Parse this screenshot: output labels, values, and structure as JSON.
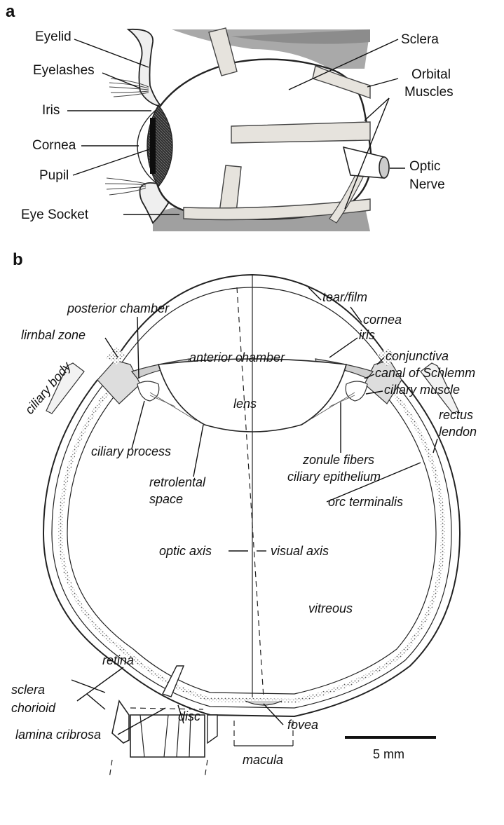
{
  "panel_a": {
    "letter": "a",
    "labels": {
      "eyelid": "Eyelid",
      "eyelashes": "Eyelashes",
      "iris": "Iris",
      "cornea": "Cornea",
      "pupil": "Pupil",
      "eye_socket": "Eye Socket",
      "sclera": "Sclera",
      "orbital_1": "Orbital",
      "orbital_2": "Muscles",
      "optic_1": "Optic",
      "optic_2": "Nerve"
    }
  },
  "panel_b": {
    "letter": "b",
    "labels": {
      "tear_film": "tear/film",
      "cornea": "cornea",
      "iris": "iris",
      "posterior_chamber": "posterior chamber",
      "limbal_zone": "lirnbal zone",
      "ciliary_body": "ciliary body",
      "anterior_chamber": "anterior chamber",
      "conjunctiva": "conjunctiva",
      "canal_of_schlemm": "canal of Schlemm",
      "ciliary_muscle": "ciliary muscle",
      "lens": "lens",
      "rectus": "rectus",
      "lendon": "lendon",
      "ciliary_process": "ciliary process",
      "zonule_fibers": "zonule fibers",
      "ciliary_epithelium": "ciliary epithelium",
      "retrolental_1": "retrolental",
      "retrolental_2": "space",
      "orc_terminalis": "orc terminalis",
      "optic_axis": "optic axis",
      "visual_axis": "visual axis",
      "vitreous": "vitreous",
      "retina": "retina",
      "sclera": "sclera",
      "chorioid": "chorioid",
      "disc": "disc",
      "fovea": "fovea",
      "lamina_cribrosa": "lamina cribrosa",
      "macula": "macula",
      "scale_bar": "5 mm"
    }
  },
  "colors": {
    "ink": "#111111",
    "muscle_fill": "#e6e3dd",
    "shading": "#9a9a9a",
    "iris_dark": "#3a3a3a"
  }
}
